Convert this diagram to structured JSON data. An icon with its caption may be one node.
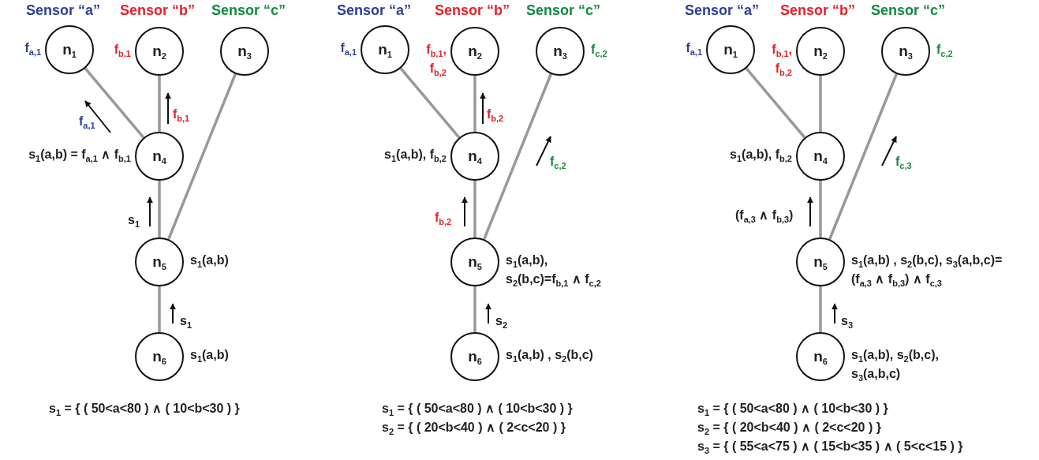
{
  "diagram": {
    "nodes": [
      {
        "text": [
          "n$_{1}$"
        ],
        "beside": [
          "f$_{a,1}$"
        ]
      },
      {
        "text": [
          "n$_{2}$"
        ],
        "beside": [
          "f$_{b,1}$"
        ]
      },
      {
        "text": [
          "n$_{3}$"
        ]
      },
      {
        "text": [
          "n$_{4}$"
        ],
        "beside": [
          "s$_{1}$(a,b) = f$_{a,1}$ ∧ f$_{b,1}$"
        ]
      },
      {
        "text": [
          "n$_{5}$"
        ],
        "beside": [
          "s$_{1}$(a,b)"
        ]
      },
      {
        "text": [
          "n$_{6}$"
        ],
        "beside": [
          "s$_{1}$(a,b)"
        ]
      },
      {
        "text": [
          "n$_{1}$"
        ],
        "beside": [
          "f$_{a,1}$"
        ]
      },
      {
        "text": [
          "n$_{2}$"
        ],
        "beside": [
          "f$_{b,1}$, f$_{b,2}$"
        ]
      },
      {
        "text": [
          "n$_{3}$"
        ],
        "beside": [
          "f$_{c,2}$"
        ]
      },
      {
        "text": [
          "n$_{4}$"
        ],
        "beside": [
          "s$_{1}$(a,b), f$_{b,2}$"
        ]
      },
      {
        "text": [
          "n$_{5}$"
        ],
        "beside": [
          "s$_{1}$(a,b), s$_{2}$(b,c)=f$_{b,1}$ ∧ f$_{c,2}$"
        ]
      },
      {
        "text": [
          "n$_{6}$"
        ],
        "beside": [
          "s$_{1}$(a,b) , s$_{2}$(b,c)"
        ]
      },
      {
        "text": [
          "n$_{1}$"
        ],
        "beside": [
          "f$_{a,1}$"
        ]
      },
      {
        "text": [
          "n$_{2}$"
        ],
        "beside": [
          "f$_{b,1}$, f$_{b,2}$"
        ]
      },
      {
        "text": [
          "n$_{3}$"
        ],
        "beside": [
          "f$_{c,2}$"
        ]
      },
      {
        "text": [
          "n$_{4}$"
        ],
        "beside": [
          "s$_{1}$(a,b), f$_{b,2}$"
        ]
      },
      {
        "text": [
          "n$_{5}$"
        ],
        "beside": [
          "s$_{1}$(a,b) , s$_{2}$(b,c), s$_{3}$(a,b,c)=(f$_{a,3}$ ∧ f$_{b,3}$) ∧ f$_{c,3}$"
        ]
      },
      {
        "text": [
          "n$_{6}$"
        ],
        "beside": [
          "s$_{1}$(a,b), s$_{2}$(b,c), s$_{3}$(a,b,c)"
        ]
      }
    ],
    "edges": [
      {
        "from": 0,
        "to": 3,
        "arrow": "none"
      },
      {
        "from": 1,
        "to": 3,
        "arrow": "none"
      },
      {
        "from": 2,
        "to": 4,
        "arrow": "none"
      },
      {
        "from": 3,
        "to": 4,
        "arrow": "none"
      },
      {
        "from": 4,
        "to": 5,
        "arrow": "none"
      },
      {
        "from": 6,
        "to": 9,
        "arrow": "none"
      },
      {
        "from": 7,
        "to": 9,
        "arrow": "none"
      },
      {
        "from": 8,
        "to": 10,
        "arrow": "none"
      },
      {
        "from": 9,
        "to": 10,
        "arrow": "none"
      },
      {
        "from": 10,
        "to": 11,
        "arrow": "none"
      },
      {
        "from": 12,
        "to": 15,
        "arrow": "none"
      },
      {
        "from": 13,
        "to": 15,
        "arrow": "none"
      },
      {
        "from": 14,
        "to": 16,
        "arrow": "none"
      },
      {
        "from": 15,
        "to": 16,
        "arrow": "none"
      },
      {
        "from": 16,
        "to": 17,
        "arrow": "none"
      }
    ],
    "labels": [
      "Sensor “a”",
      "Sensor “b”",
      "Sensor “c”",
      "f$_{a,1}$",
      "f$_{b,1}$",
      "s$_{1}$",
      "s$_{1}$",
      "s$_{1}$ = { ( 50<a<80 ) ∧ ( 10<b<30 ) }",
      "Sensor “a”",
      "Sensor “b”",
      "Sensor “c”",
      "f$_{b,2}$",
      "f$_{c,2}$",
      "f$_{b,2}$",
      "s$_{2}$",
      "s$_{1}$ = { ( 50<a<80 ) ∧ ( 10<b<30 ) }",
      "s$_{2}$ = { ( 20<b<40 ) ∧ ( 2<c<20 ) }",
      "Sensor “a”",
      "Sensor “b”",
      "Sensor “c”",
      "f$_{c,3}$",
      "(f$_{a,3}$ ∧ f$_{b,3}$)",
      "s$_{3}$",
      "s$_{1}$ = { ( 50<a<80 ) ∧ ( 10<b<30 ) }",
      "s$_{2}$ = { ( 20<b<40 ) ∧ ( 2<c<20 ) }",
      "s$_{3}$ = { ( 55<a<75 ) ∧ ( 15<b<35 ) ∧ ( 5<c<15 ) }"
    ]
  }
}
